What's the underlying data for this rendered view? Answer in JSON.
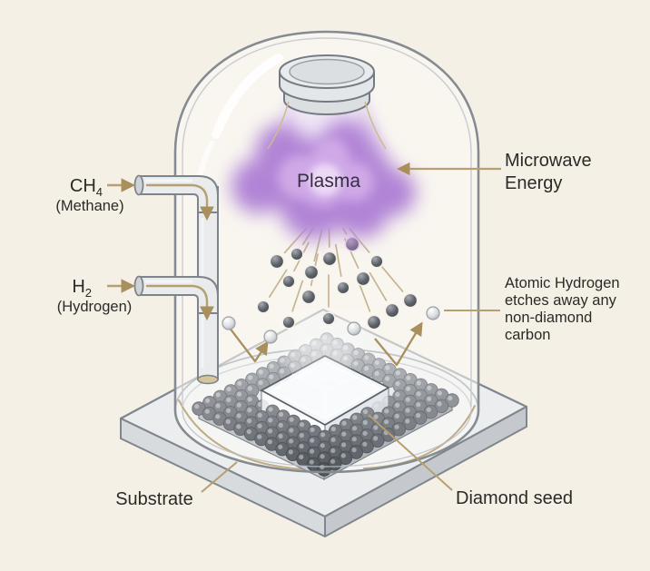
{
  "diagram_type": "microwave-plasma-cvd-diamond-growth",
  "labels": {
    "gas_inlets": [
      {
        "formula": "CH",
        "subscript": "4",
        "name": "(Methane)"
      },
      {
        "formula": "H",
        "subscript": "2",
        "name": "(Hydrogen)"
      }
    ],
    "plasma": "Plasma",
    "microwave": {
      "line1": "Microwave",
      "line2": "Energy"
    },
    "atomic_hydrogen_note": {
      "line1": "Atomic Hydrogen",
      "line2": "etches away any",
      "line3": "non-diamond",
      "line4": "carbon"
    },
    "substrate": "Substrate",
    "diamond_seed": "Diamond seed"
  },
  "colors": {
    "background": "#f4f0e6",
    "accent_tan": "#b6a071",
    "plasma_purple": "#b184d6",
    "plasma_highlight": "#ecd9f6",
    "glass_outline": "#858b92",
    "carbon_sphere_dark": "#51565d",
    "carbon_sphere_back": "#c9ccd0",
    "hydrogen_sphere": "#d9dbdd",
    "plate_gray": "#ecedee",
    "text": "#2b2a27"
  }
}
